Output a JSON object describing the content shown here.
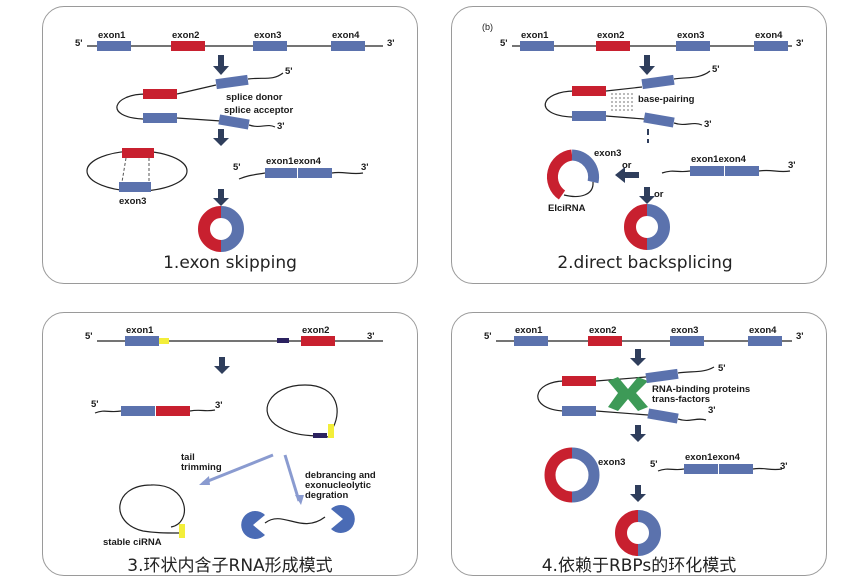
{
  "panel1": {
    "ends": {
      "five": "5'",
      "three": "3'"
    },
    "exons": [
      "exon1",
      "exon2",
      "exon3",
      "exon4"
    ],
    "splice_donor": "splice donor",
    "splice_acceptor": "splice acceptor",
    "exon3": "exon3",
    "joined": "exon1exon4",
    "caption": "1.exon skipping"
  },
  "panel2": {
    "tag": "(b)",
    "ends": {
      "five": "5'",
      "three": "3'"
    },
    "exons": [
      "exon1",
      "exon2",
      "exon3",
      "exon4"
    ],
    "base_pairing": "base-pairing",
    "exon3": "exon3",
    "or": "or",
    "joined": "exon1exon4",
    "eicirna": "EIciRNA",
    "caption": "2.direct backsplicing"
  },
  "panel3": {
    "ends": {
      "five": "5'",
      "three": "3'"
    },
    "exon1": "exon1",
    "exon2": "exon2",
    "tail": "tail trimming",
    "tail_l1": "tail",
    "tail_l2": "trimming",
    "deb_l1": "debrancing and",
    "deb_l2": "exonucleolytic",
    "deb_l3": "degration",
    "stable": "stable ciRNA",
    "caption": "3.环状内含子RNA形成模式"
  },
  "panel4": {
    "ends": {
      "five": "5'",
      "three": "3'"
    },
    "exons": [
      "exon1",
      "exon2",
      "exon3",
      "exon4"
    ],
    "rbp_l1": "RNA-binding proteins",
    "rbp_l2": "trans-factors",
    "exon3": "exon3",
    "joined": "exon1exon4",
    "caption": "4.依赖于RBPs的环化模式"
  },
  "colors": {
    "exon_blue": "#5b72ad",
    "exon_red": "#c8202f",
    "intron_yellow": "#f3ee3a",
    "arrow_dark": "#2f3e5c",
    "arrow_light": "#8a9bd0",
    "protein_green": "#3d9a57",
    "lariat_blue": "#4a6bb5"
  },
  "icons": [
    "down-arrow-icon",
    "left-arrow-icon",
    "pacman-fragment-icon",
    "rbp-protein-icon"
  ]
}
